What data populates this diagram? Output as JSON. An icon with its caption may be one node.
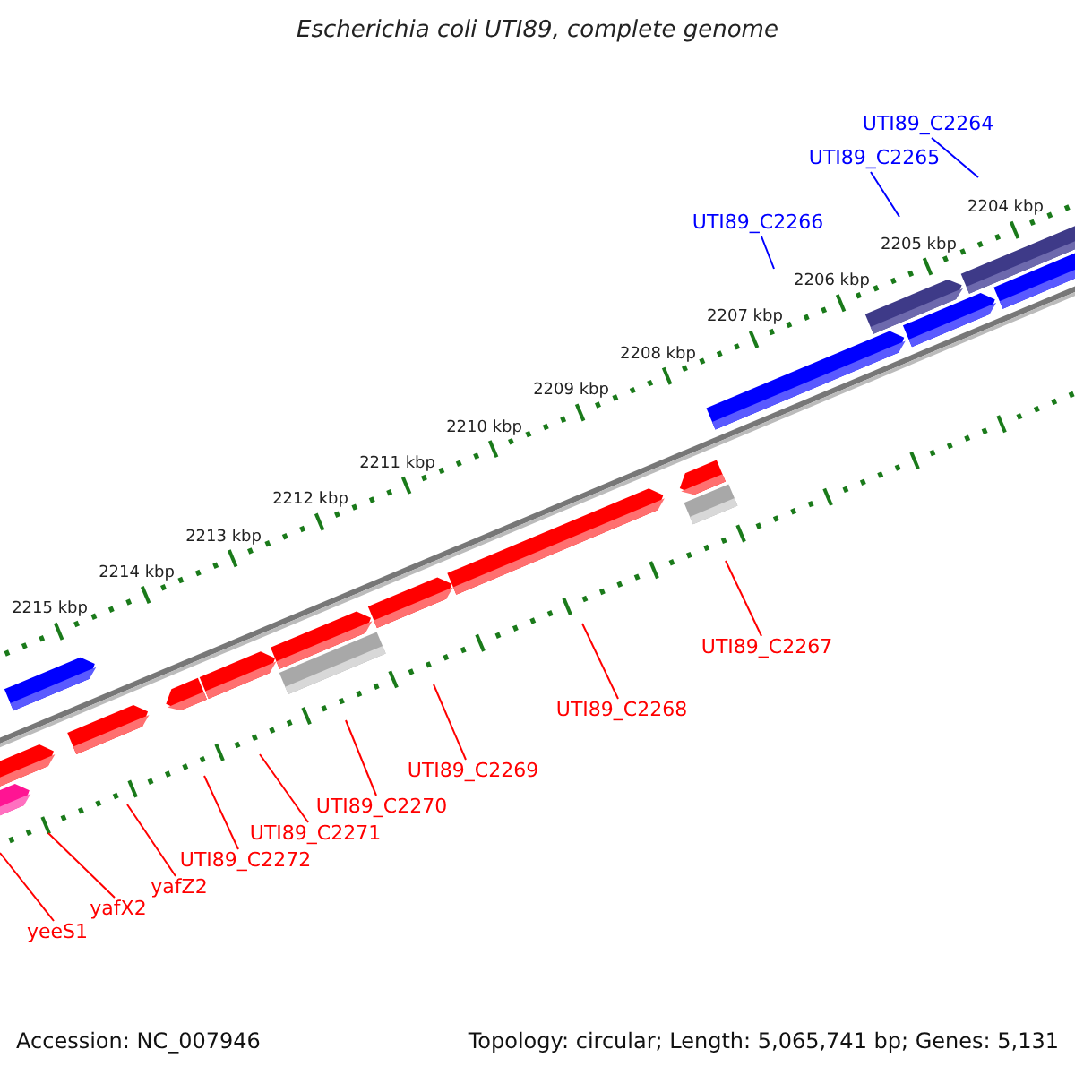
{
  "diagram": {
    "title": "Escherichia coli UTI89, complete genome",
    "nodes": [
      {
        "text": [
          "UTI89_C2264"
        ]
      },
      {
        "text": [
          "UTI89_C2265"
        ]
      },
      {
        "text": [
          "UTI89_C2266"
        ]
      },
      {
        "text": [
          "UTI89_C2267"
        ]
      },
      {
        "text": [
          "UTI89_C2268"
        ]
      },
      {
        "text": [
          "UTI89_C2269"
        ]
      },
      {
        "text": [
          "UTI89_C2270"
        ]
      },
      {
        "text": [
          "UTI89_C2271"
        ]
      },
      {
        "text": [
          "UTI89_C2272"
        ]
      },
      {
        "text": [
          "yafZ2"
        ]
      },
      {
        "text": [
          "yafX2"
        ]
      },
      {
        "text": [
          "yeeS1"
        ]
      }
    ],
    "edges": [
      {
        "from": 0,
        "to": null,
        "arrow": "none",
        "color": "#0000ff"
      },
      {
        "from": 1,
        "to": null,
        "arrow": "none",
        "color": "#0000ff"
      },
      {
        "from": 2,
        "to": null,
        "arrow": "none",
        "color": "#0000ff"
      },
      {
        "from": 3,
        "to": null,
        "arrow": "none"
      },
      {
        "from": 4,
        "to": null,
        "arrow": "none"
      },
      {
        "from": 5,
        "to": null,
        "arrow": "none"
      },
      {
        "from": 6,
        "to": null,
        "arrow": "none"
      },
      {
        "from": 7,
        "to": null,
        "arrow": "none"
      },
      {
        "from": 8,
        "to": null,
        "arrow": "none"
      },
      {
        "from": 9,
        "to": null,
        "arrow": "none"
      },
      {
        "from": 10,
        "to": null,
        "arrow": "none"
      },
      {
        "from": 11,
        "to": null,
        "arrow": "none"
      }
    ],
    "labels": [
      "2204 kbp",
      "2205 kbp",
      "2206 kbp",
      "2207 kbp",
      "2208 kbp",
      "2209 kbp",
      "2210 kbp",
      "2211 kbp",
      "2212 kbp",
      "2213 kbp",
      "2214 kbp",
      "2215 kbp",
      "Accession: NC_007946",
      "Topology: circular; Length: 5,065,741 bp; Genes: 5,131"
    ]
  }
}
